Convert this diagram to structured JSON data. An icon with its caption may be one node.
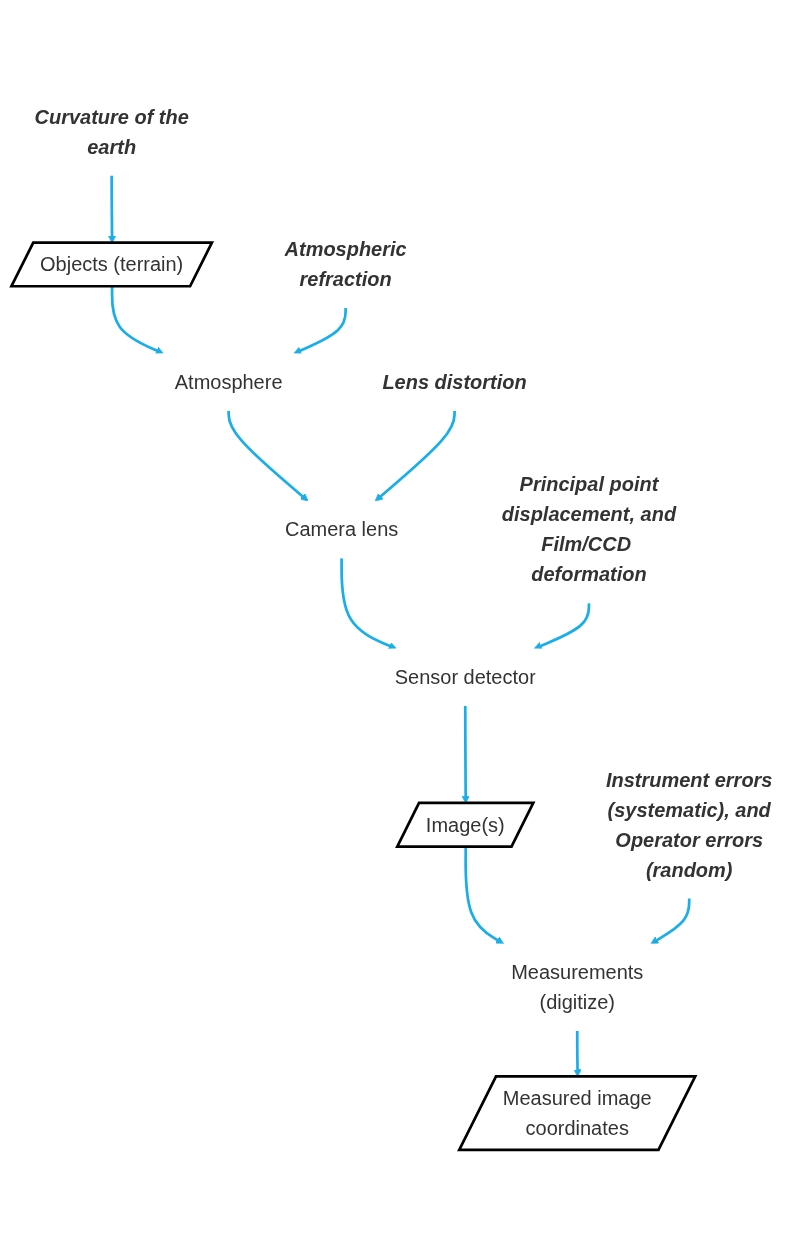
{
  "diagram": {
    "nodes": [
      {
        "text": [
          "Objects (terrain)"
        ]
      },
      {
        "text": [
          "Curvature of the earth"
        ]
      },
      {
        "text": [
          "Atmosphere"
        ]
      },
      {
        "text": [
          "Atmospheric refraction"
        ]
      },
      {
        "text": [
          "Camera lens"
        ]
      },
      {
        "text": [
          "Lens distortion"
        ]
      },
      {
        "text": [
          "Sensor detector"
        ]
      },
      {
        "text": [
          "Principal point displacement, and Film/CCD deformation"
        ]
      },
      {
        "text": [
          "Image(s)"
        ]
      },
      {
        "text": [
          "Measurements (digitize)"
        ]
      },
      {
        "text": [
          "Instrument errors (systematic), and Operator errors (random)"
        ]
      },
      {
        "text": [
          "Measured image coordinates"
        ]
      }
    ],
    "edges": [
      {
        "from": 1,
        "to": 0,
        "arrow": "to"
      },
      {
        "from": 0,
        "to": 2,
        "arrow": "to"
      },
      {
        "from": 3,
        "to": 2,
        "arrow": "to"
      },
      {
        "from": 2,
        "to": 4,
        "arrow": "to"
      },
      {
        "from": 5,
        "to": 4,
        "arrow": "to"
      },
      {
        "from": 4,
        "to": 6,
        "arrow": "to"
      },
      {
        "from": 7,
        "to": 6,
        "arrow": "to"
      },
      {
        "from": 6,
        "to": 8,
        "arrow": "to"
      },
      {
        "from": 8,
        "to": 9,
        "arrow": "to"
      },
      {
        "from": 10,
        "to": 9,
        "arrow": "to"
      },
      {
        "from": 9,
        "to": 11,
        "arrow": "to"
      }
    ]
  }
}
